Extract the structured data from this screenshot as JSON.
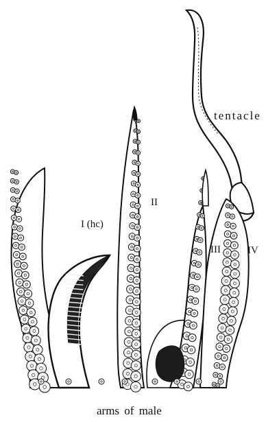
{
  "labels": {
    "tentacle": "tentacle",
    "arm_ii": "II",
    "arm_i": "I (hc)",
    "arm_iii": "III",
    "arm_iv": "IV"
  },
  "caption": "arms of male",
  "colors": {
    "ink": "#111111",
    "paper": "#ffffff",
    "sucker_fill": "#f4f4f4"
  }
}
